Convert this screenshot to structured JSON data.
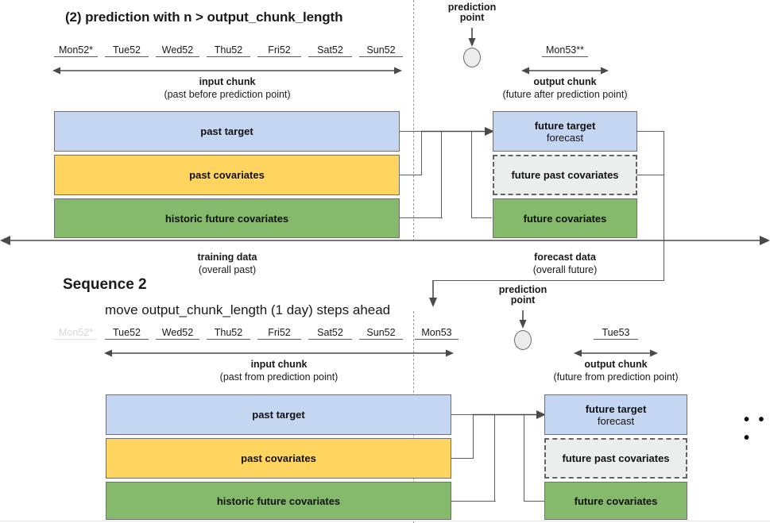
{
  "diagram": {
    "title": "(2) prediction with n > output_chunk_length",
    "sequence2": {
      "title": "Sequence 2",
      "subtitle": "move output_chunk_length (1 day) steps ahead"
    },
    "axis": {
      "training_label": "training data",
      "training_sub": "(overall past)",
      "forecast_label": "forecast data",
      "forecast_sub": "(overall future)"
    },
    "ellipsis": "• • •"
  },
  "sequence1": {
    "past_days": [
      "Mon52*",
      "Tue52",
      "Wed52",
      "Thu52",
      "Fri52",
      "Sat52",
      "Sun52"
    ],
    "future_days": [
      "Mon53**"
    ],
    "input_chunk": {
      "label": "input chunk",
      "sub": "(past before prediction point)"
    },
    "output_chunk": {
      "label": "output chunk",
      "sub": "(future after prediction point)"
    },
    "prediction_point": {
      "line1": "prediction",
      "line2": "point"
    },
    "past_boxes": [
      {
        "label": "past target",
        "sub": "",
        "style": "blue"
      },
      {
        "label": "past covariates",
        "sub": "",
        "style": "yellow"
      },
      {
        "label": "historic future covariates",
        "sub": "",
        "style": "green"
      }
    ],
    "future_boxes": [
      {
        "label": "future target",
        "sub": "forecast",
        "style": "blue"
      },
      {
        "label": "future past covariates",
        "sub": "",
        "style": "dashed"
      },
      {
        "label": "future covariates",
        "sub": "",
        "style": "green"
      }
    ]
  },
  "sequence2": {
    "past_days": [
      "Mon52*",
      "Tue52",
      "Wed52",
      "Thu52",
      "Fri52",
      "Sat52",
      "Sun52",
      "Mon53"
    ],
    "faded_day_index": 0,
    "future_days": [
      "Tue53"
    ],
    "input_chunk": {
      "label": "input chunk",
      "sub": "(past from prediction point)"
    },
    "output_chunk": {
      "label": "output chunk",
      "sub": "(future from prediction point)"
    },
    "prediction_point": {
      "line1": "prediction",
      "line2": "point"
    },
    "past_boxes": [
      {
        "label": "past target",
        "sub": "",
        "style": "blue"
      },
      {
        "label": "past covariates",
        "sub": "",
        "style": "yellow"
      },
      {
        "label": "historic future covariates",
        "sub": "",
        "style": "green"
      }
    ],
    "future_boxes": [
      {
        "label": "future target",
        "sub": "forecast",
        "style": "blue"
      },
      {
        "label": "future past covariates",
        "sub": "",
        "style": "dashed"
      },
      {
        "label": "future covariates",
        "sub": "",
        "style": "green"
      }
    ]
  },
  "colors": {
    "target": "#c5d6f2",
    "past_covariates": "#ffd45f",
    "future_covariates": "#85b96c",
    "future_past_covariates": "#eceded",
    "line": "#5d5d5d",
    "divider": "#9a9a9a"
  }
}
